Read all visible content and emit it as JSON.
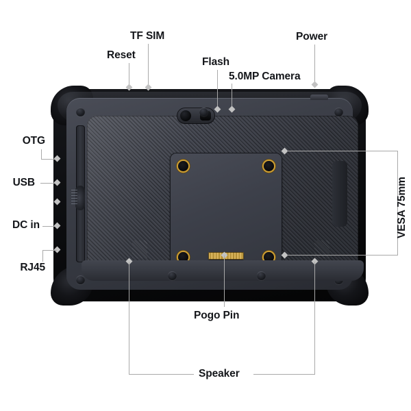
{
  "diagram": {
    "title": "Rugged Tablet Back Panel Callout Diagram",
    "background_color": "#ffffff",
    "label_color": "#14161a",
    "leader_color": "#a9a9a9",
    "accent_gold": "#c99b33"
  },
  "callouts": {
    "reset": "Reset",
    "tf_sim": "TF SIM",
    "flash": "Flash",
    "camera": "5.0MP Camera",
    "power": "Power",
    "otg": "OTG",
    "usb": "USB",
    "dc_in": "DC in",
    "rj45": "RJ45",
    "vesa": "VESA 75mm",
    "pogo_pin": "Pogo Pin",
    "speaker": "Speaker"
  },
  "components": {
    "camera_module": "rear-camera-module",
    "camera_lens": "camera-lens",
    "camera_flash": "camera-flash",
    "power_button": "power-button",
    "vesa_plate": "vesa-mount-plate",
    "vesa_hole": "vesa-screw-hole",
    "pogo_connector": "pogo-pin-connector",
    "port_flap": "left-port-flap",
    "speaker_grille": "speaker-grille",
    "screw": "chassis-screw"
  }
}
